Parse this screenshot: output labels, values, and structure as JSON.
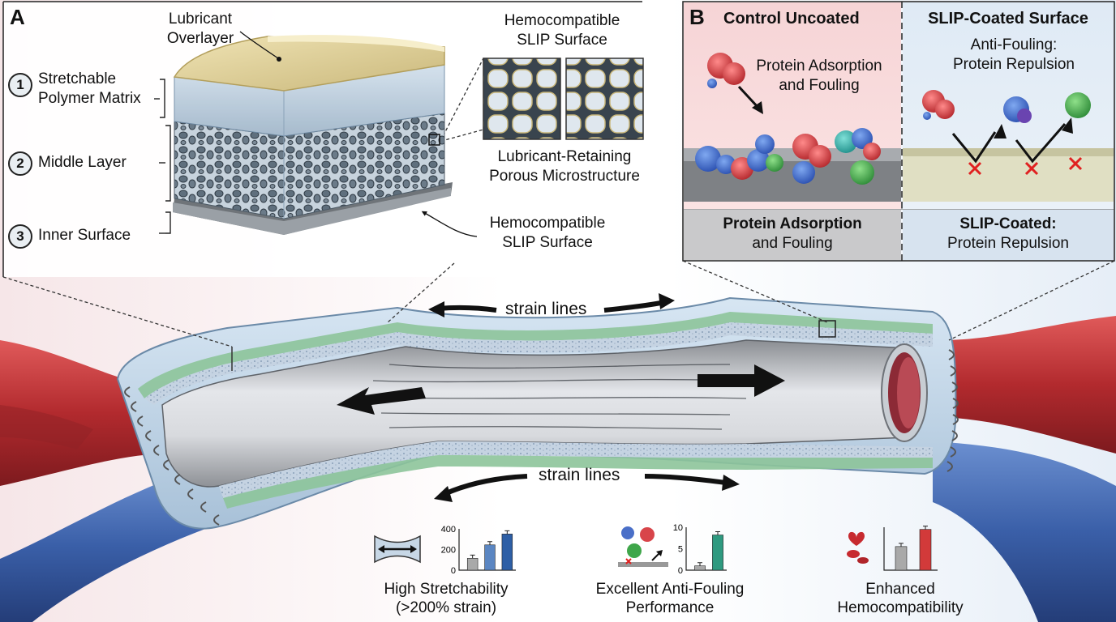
{
  "panel_a": {
    "letter": "A",
    "lubricant_overlayer": [
      "Lubricant",
      "Overlayer"
    ],
    "layer1_num": "1",
    "layer1_label": [
      "Stretchable",
      "Polymer Matrix"
    ],
    "layer2_num": "2",
    "layer2_label": "Middle Layer",
    "layer3_num": "3",
    "layer3_label": "Inner Surface",
    "zoom_title": [
      "Hemocompatible",
      "SLIP Surface"
    ],
    "zoom_caption": [
      "Lubricant-Retaining",
      "Porous Microstructure"
    ],
    "inner_callout": [
      "Hemocompatible",
      "SLIP Surface"
    ]
  },
  "panel_b": {
    "letter": "B",
    "left_title": "Control Uncoated",
    "left_note": [
      "Protein Adsorption",
      "and Fouling"
    ],
    "left_footer_bold": "Protein Adsorption",
    "left_footer": "and Fouling",
    "right_title": "SLIP-Coated Surface",
    "right_note": [
      "Anti-Fouling:",
      "Protein Repulsion"
    ],
    "right_footer_bold": "SLIP-Coated:",
    "right_footer": "Protein Repulsion"
  },
  "graft": {
    "strain_top": "strain lines",
    "strain_bottom": "strain lines"
  },
  "key_points": [
    {
      "caption": [
        "High Stretchability",
        "(>200% strain)"
      ],
      "chart": {
        "type": "bar",
        "yticks": [
          "400",
          "200",
          "0"
        ],
        "ylim": [
          0,
          400
        ],
        "values": [
          115,
          245,
          350
        ],
        "colors": [
          "#a9a9a9",
          "#5b86c2",
          "#2e5fa6"
        ]
      }
    },
    {
      "caption": [
        "Excellent Anti-Fouling",
        "Performance"
      ],
      "chart": {
        "type": "bar",
        "yticks": [
          "10",
          "5",
          "0"
        ],
        "ylim": [
          0,
          10
        ],
        "values": [
          1,
          8.2
        ],
        "colors": [
          "#a9a9a9",
          "#2e9a80"
        ]
      }
    },
    {
      "caption": [
        "Enhanced",
        "Hemocompatibility"
      ],
      "chart": {
        "type": "bar",
        "yticks": [],
        "ylim": [
          0,
          10
        ],
        "values": [
          5.5,
          9.5
        ],
        "colors": [
          "#a9a9a9",
          "#d23a3a"
        ]
      }
    }
  ]
}
